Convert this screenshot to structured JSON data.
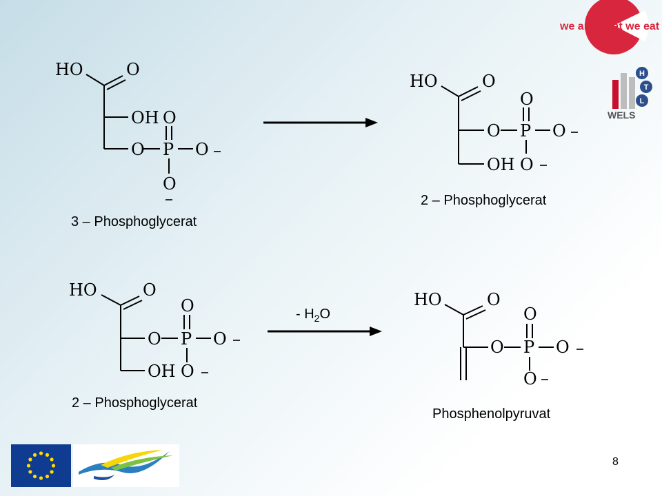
{
  "brand": {
    "slogan": "we are what we eat",
    "wels_label": "WELS",
    "htl_letters": [
      "H",
      "T",
      "L"
    ]
  },
  "structures": {
    "s3pg": {
      "ho": "HO",
      "o_carbonyl": "O",
      "oh": "OH",
      "o_ester": "O",
      "p": "P",
      "o_top": "O",
      "o_right": "O",
      "o_bottom": "O"
    },
    "s2pg_top": {
      "ho": "HO",
      "o_carbonyl": "O",
      "o_ester": "O",
      "p": "P",
      "o_top": "O",
      "o_right": "O",
      "oh": "OH",
      "o_bottom": "O"
    },
    "s2pg_bottom": {
      "ho": "HO",
      "o_carbonyl": "O",
      "o_ester": "O",
      "p": "P",
      "o_top": "O",
      "o_right": "O",
      "oh": "OH",
      "o_bottom": "O"
    },
    "spep": {
      "ho": "HO",
      "o_carbonyl": "O",
      "o_ester": "O",
      "p": "P",
      "o_top": "O",
      "o_right": "O",
      "o_bottom": "O"
    }
  },
  "labels": {
    "pg3": "3 – Phosphoglycerat",
    "pg2_top": "2 – Phosphoglycerat",
    "pg2_bottom": "2 – Phosphoglycerat",
    "pep": "Phosphenolpyruvat"
  },
  "reaction2": {
    "prefix": "- H",
    "subscript": "2",
    "suffix": "O"
  },
  "page_number": "8",
  "colors": {
    "brand_red": "#d7263d",
    "wels_red": "#c8102e",
    "htl_blue": "#2c4f8c",
    "eu_blue": "#0f3b91",
    "eu_star": "#ffdd00"
  }
}
